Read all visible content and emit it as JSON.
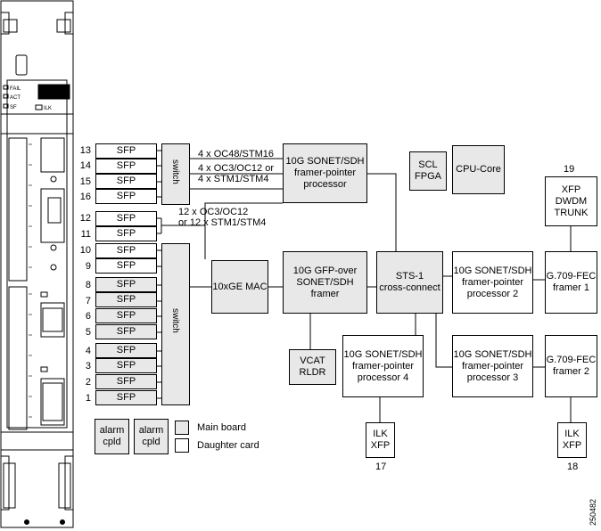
{
  "faceplate": {
    "led_labels": [
      "FAIL",
      "ACT",
      "SF"
    ],
    "ilk_label": "ILK"
  },
  "sfp_label": "SFP",
  "sfp_ports_top": [
    "13",
    "14",
    "15",
    "16"
  ],
  "sfp_ports_mid": [
    "12",
    "11"
  ],
  "sfp_ports_bottom": [
    "10",
    "9",
    "8",
    "7",
    "6",
    "5",
    "4",
    "3",
    "2",
    "1"
  ],
  "switch_label": "switch",
  "labels": {
    "oc48": "4 x OC48/STM16",
    "oc3_oc12": "4 x OC3/OC12 or\n4 x STM1/STM4",
    "oc3_12x": "12 x OC3/OC12\nor 12 x STM1/STM4"
  },
  "blocks": {
    "sonet_fp_top": "10G SONET/SDH\nframer-pointer\nprocessor",
    "scl_fpga": "SCL\nFPGA",
    "cpu_core": "CPU-Core",
    "xfp_dwdm": "XFP\nDWDM\nTRUNK",
    "mac": "10xGE MAC",
    "gfp": "10G GFP-over\nSONET/SDH\nframer",
    "sts1": "STS-1\ncross-connect",
    "sonet_fp2": "10G SONET/SDH\nframer-pointer\nprocessor 2",
    "fec1": "G.709-FEC\nframer 1",
    "vcat": "VCAT\nRLDR",
    "sonet_fp4": "10G SONET/SDH\nframer-pointer\nprocessor 4",
    "sonet_fp3": "10G SONET/SDH\nframer-pointer\nprocessor 3",
    "fec2": "G.709-FEC\nframer 2",
    "ilk_xfp_17": "ILK\nXFP",
    "ilk_xfp_18": "ILK\nXFP",
    "alarm1": "alarm\ncpld",
    "alarm2": "alarm\ncpld"
  },
  "port_numbers": {
    "trunk": "19",
    "ilk17": "17",
    "ilk18": "18"
  },
  "legend": {
    "main_board": "Main board",
    "daughter_card": "Daughter card"
  },
  "figure_id": "250482",
  "colors": {
    "gray_fill": "#e8e8e8",
    "line": "#000000"
  }
}
